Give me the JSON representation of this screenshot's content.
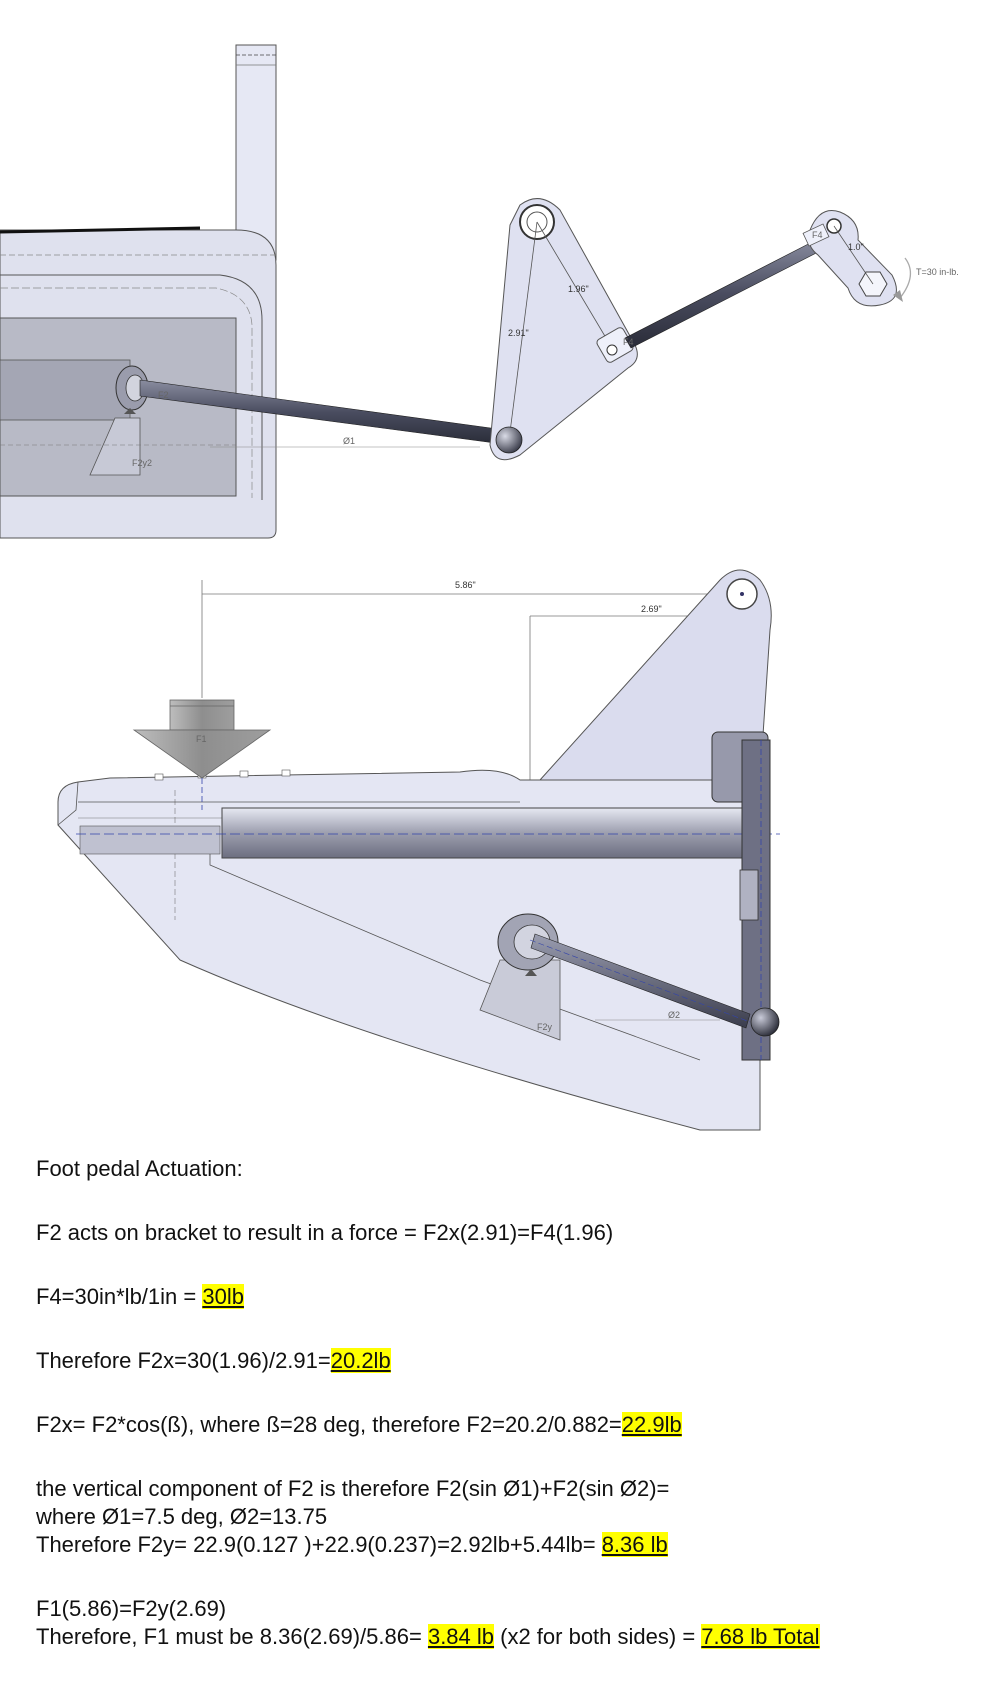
{
  "top_drawing": {
    "dim_linkage_long": "2.91\"",
    "dim_linkage_short": "1.96\"",
    "dim_arm": "1.0\"",
    "torque": "T=30 in-lb.",
    "label_f2": "F2",
    "label_f2y2": "F2y2",
    "label_phi1": "Ø1",
    "label_f4_a": "F4",
    "label_f4_b": "F4"
  },
  "bottom_drawing": {
    "dim_total": "5.86\"",
    "dim_partial": "2.69\"",
    "label_f1": "F1",
    "label_f2y": "F2y",
    "label_phi2": "Ø2"
  },
  "calc": {
    "title": "Foot pedal Actuation:",
    "l1": "F2 acts on bracket to result in a force = F2x(2.91)=F4(1.96)",
    "l2_pre": "F4=30in*lb/1in = ",
    "l2_hl": "30lb",
    "l3_pre": "Therefore F2x=30(1.96)/2.91=",
    "l3_hl": "20.2lb",
    "l4_pre": "F2x= F2*cos(ß), where ß=28 deg, therefore F2=20.2/0.882=",
    "l4_hl": "22.9lb",
    "l5a": "the vertical component of F2 is therefore F2(sin Ø1)+F2(sin Ø2)=",
    "l5b": "where Ø1=7.5 deg, Ø2=13.75",
    "l5c_pre": "Therefore F2y= 22.9(0.127 )+22.9(0.237)=2.92lb+5.44lb= ",
    "l5c_hl": "8.36 lb",
    "l6a": "F1(5.86)=F2y(2.69)",
    "l6b_pre": "Therefore, F1 must be 8.36(2.69)/5.86= ",
    "l6b_hl1": "3.84 lb",
    "l6b_mid": " (x2 for both sides) = ",
    "l6b_hl2": "7.68 lb Total"
  }
}
